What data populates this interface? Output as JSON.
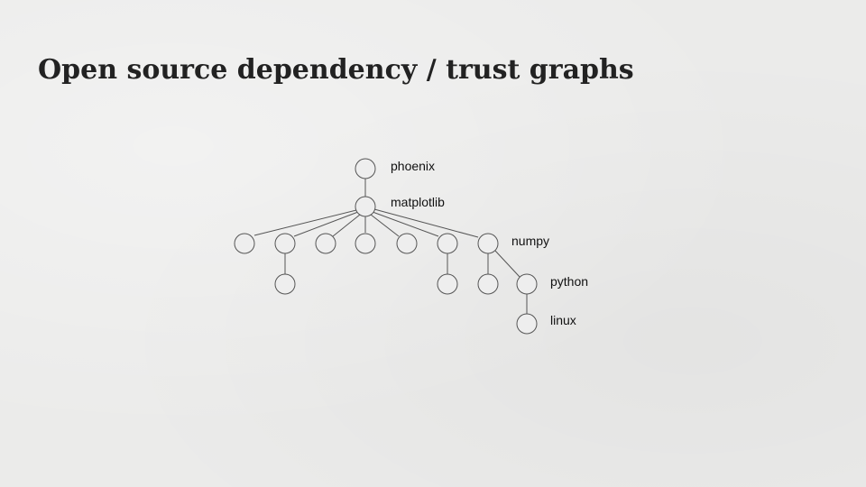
{
  "slide": {
    "title": "Open source dependency / trust graphs"
  },
  "graph": {
    "labels": {
      "phoenix": "phoenix",
      "matplotlib": "matplotlib",
      "numpy": "numpy",
      "python": "python",
      "linux": "linux"
    }
  }
}
